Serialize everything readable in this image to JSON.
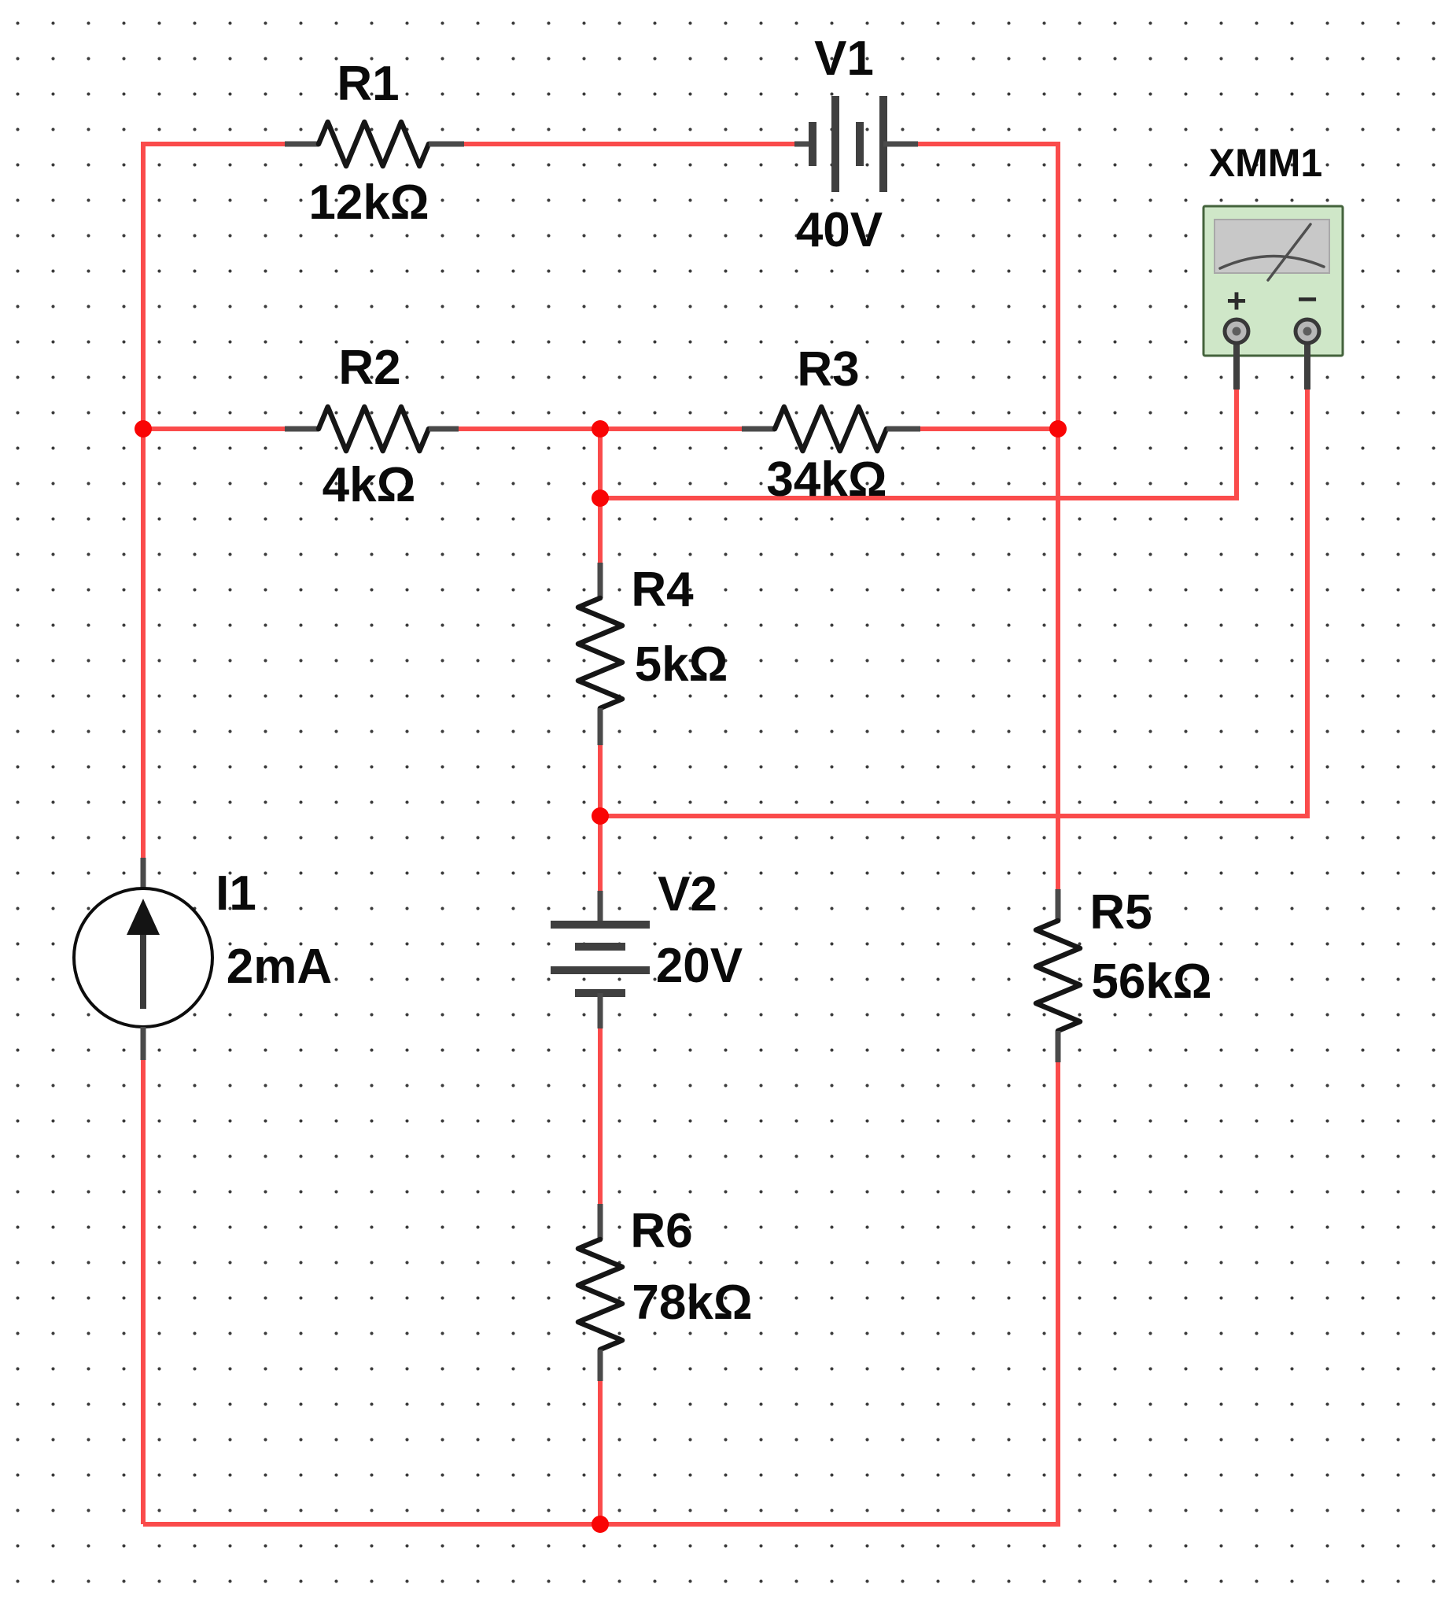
{
  "schematic": {
    "description_visible_elements": "circuit wiring view with dotted grid",
    "components": {
      "r1": {
        "ref": "R1",
        "value": "12kΩ",
        "type": "resistor",
        "orientation": "horizontal"
      },
      "r2": {
        "ref": "R2",
        "value": "4kΩ",
        "type": "resistor",
        "orientation": "horizontal"
      },
      "r3": {
        "ref": "R3",
        "value": "34kΩ",
        "type": "resistor",
        "orientation": "horizontal"
      },
      "r4": {
        "ref": "R4",
        "value": "5kΩ",
        "type": "resistor",
        "orientation": "vertical"
      },
      "r5": {
        "ref": "R5",
        "value": "56kΩ",
        "type": "resistor",
        "orientation": "vertical"
      },
      "r6": {
        "ref": "R6",
        "value": "78kΩ",
        "type": "resistor",
        "orientation": "vertical"
      },
      "v1": {
        "ref": "V1",
        "value": "40V",
        "type": "dc-voltage-source",
        "orientation": "horizontal"
      },
      "v2": {
        "ref": "V2",
        "value": "20V",
        "type": "dc-voltage-source",
        "orientation": "vertical"
      },
      "i1": {
        "ref": "I1",
        "value": "2mA",
        "type": "dc-current-source",
        "arrow_direction": "up"
      },
      "xmm1": {
        "ref": "XMM1",
        "type": "multimeter",
        "plus_label": "+",
        "minus_label": "−"
      }
    },
    "icons": {
      "meter_gauge": "analog-needle-gauge-icon",
      "current_source_arrow": "up-arrow-icon"
    }
  },
  "colors": {
    "wire": "#fa4b4b",
    "junction": "#f90505",
    "component": "#161616",
    "lead": "#4a4a4a",
    "meter_body": "#cfe7c8",
    "meter_border": "#44633c",
    "meter_display": "#c8c8c8",
    "grid_dot": "#3b3b3b",
    "background": "#ffffff",
    "label": "#0a0a0a"
  }
}
